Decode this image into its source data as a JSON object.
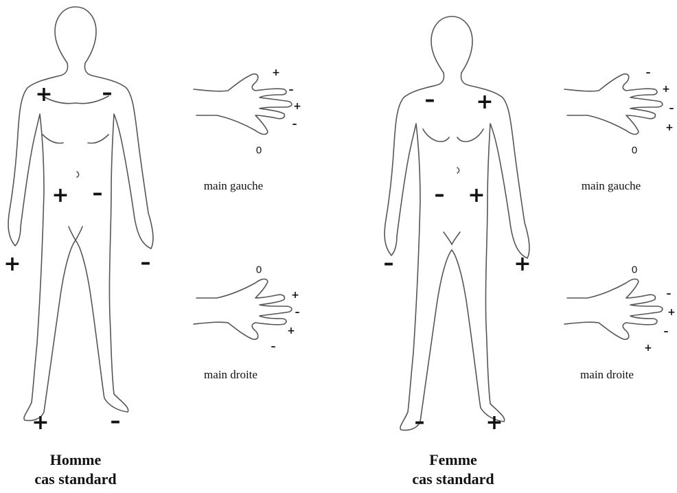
{
  "figures": [
    {
      "id": "homme",
      "caption_line1": "Homme",
      "caption_line2": "cas standard",
      "body_signs": {
        "shoulder_right_side": "+",
        "shoulder_left_side": "–",
        "abdomen_right_side": "+",
        "abdomen_left_side": "–",
        "hand_right_side": "+",
        "hand_left_side": "–",
        "foot_right_side": "+",
        "foot_left_side": "–"
      },
      "hands": [
        {
          "caption": "main gauche",
          "finger_signs": [
            "+",
            "–",
            "+",
            "–"
          ],
          "thumb": "0"
        },
        {
          "caption": "main droite",
          "finger_signs": [
            "+",
            "–",
            "+",
            "–"
          ],
          "thumb": "0"
        }
      ]
    },
    {
      "id": "femme",
      "caption_line1": "Femme",
      "caption_line2": "cas standard",
      "body_signs": {
        "shoulder_right_side": "–",
        "shoulder_left_side": "+",
        "abdomen_right_side": "–",
        "abdomen_left_side": "+",
        "hand_right_side": "–",
        "hand_left_side": "+",
        "foot_right_side": "–",
        "foot_left_side": "+"
      },
      "hands": [
        {
          "caption": "main gauche",
          "finger_signs": [
            "–",
            "+",
            "–",
            "+"
          ],
          "thumb": "0"
        },
        {
          "caption": "main droite",
          "finger_signs": [
            "–",
            "+",
            "–",
            "+"
          ],
          "thumb": "0"
        }
      ]
    }
  ]
}
